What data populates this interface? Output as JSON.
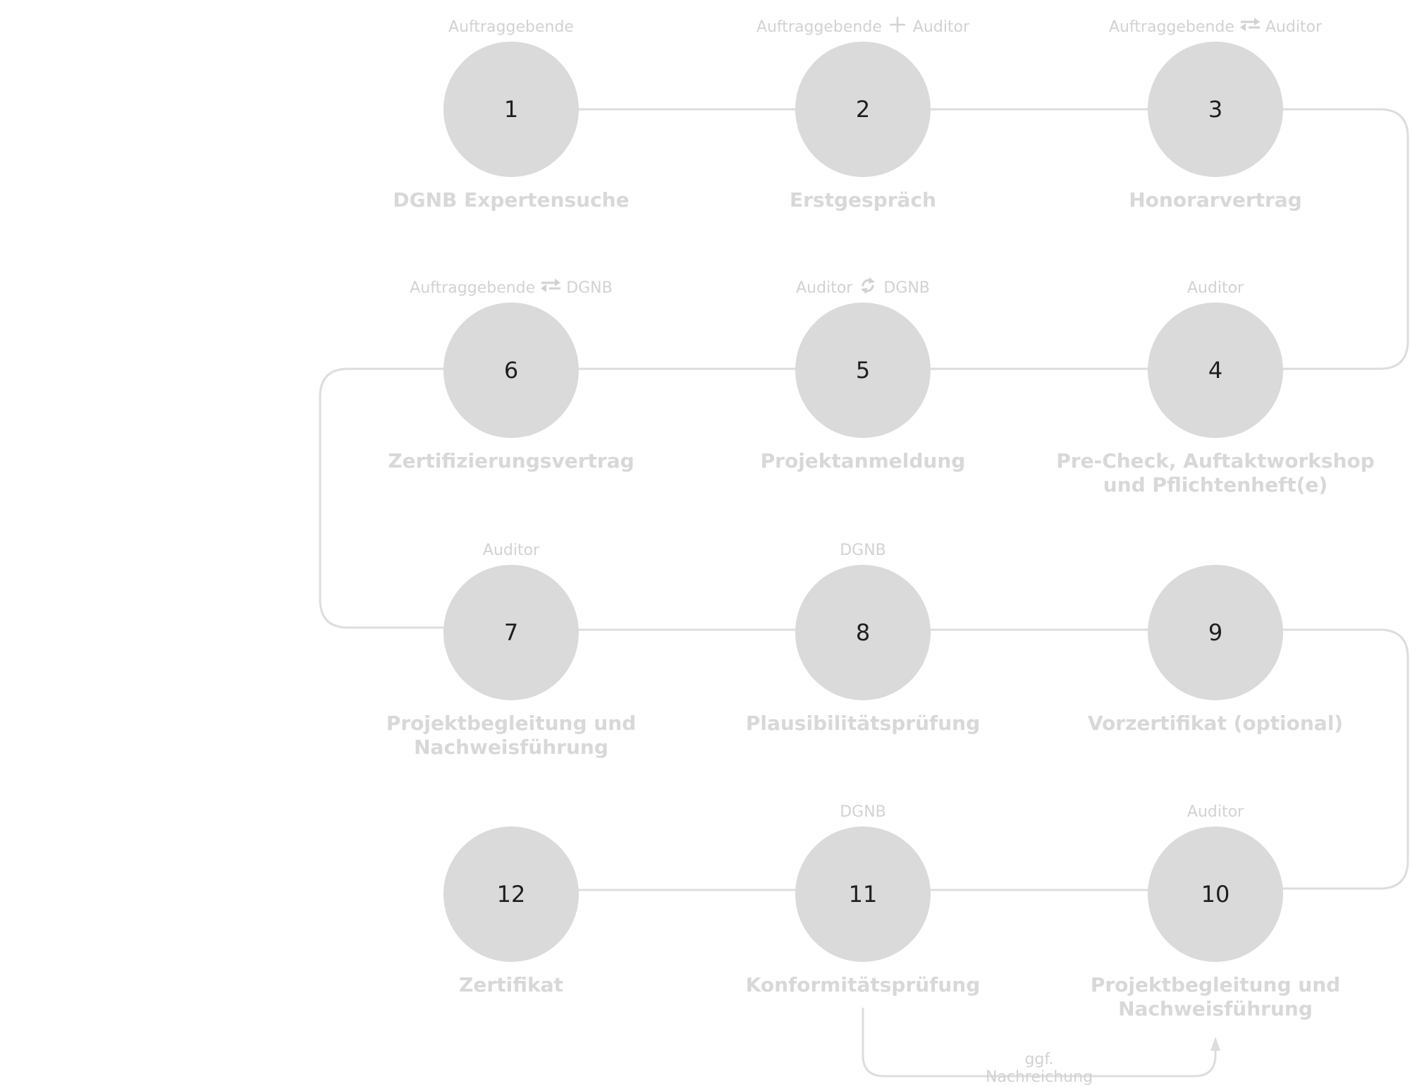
{
  "steps": [
    {
      "number": "1",
      "title": "DGNB Expertensuche",
      "role_a": "Auftraggebende",
      "role_b": "",
      "relation": "none"
    },
    {
      "number": "2",
      "title": "Erstgespräch",
      "role_a": "Auftraggebende",
      "role_b": "Auditor",
      "relation": "plus-icon"
    },
    {
      "number": "3",
      "title": "Honorarvertrag",
      "role_a": "Auftraggebende",
      "role_b": "Auditor",
      "relation": "swap-arrows-icon"
    },
    {
      "number": "4",
      "title": "Pre-Check, Auftaktworkshop und Pflichtenheft(e)",
      "role_a": "Auditor",
      "role_b": "",
      "relation": "none"
    },
    {
      "number": "5",
      "title": "Projektanmeldung",
      "role_a": "Auditor",
      "role_b": "DGNB",
      "relation": "cycle-arrows-icon"
    },
    {
      "number": "6",
      "title": "Zertifizierungsvertrag",
      "role_a": "Auftraggebende",
      "role_b": "DGNB",
      "relation": "swap-arrows-icon"
    },
    {
      "number": "7",
      "title": "Projektbegleitung und Nachweisführung",
      "role_a": "Auditor",
      "role_b": "",
      "relation": "none"
    },
    {
      "number": "8",
      "title": "Plausibilitätsprüfung",
      "role_a": "DGNB",
      "role_b": "",
      "relation": "none"
    },
    {
      "number": "9",
      "title": "Vorzertifikat (optional)",
      "role_a": "",
      "role_b": "",
      "relation": "none"
    },
    {
      "number": "10",
      "title": "Projektbegleitung und Nachweisführung",
      "role_a": "Auditor",
      "role_b": "",
      "relation": "none"
    },
    {
      "number": "11",
      "title": "Konformitätsprüfung",
      "role_a": "DGNB",
      "role_b": "",
      "relation": "none"
    },
    {
      "number": "12",
      "title": "Zertifikat",
      "role_a": "",
      "role_b": "",
      "relation": "none"
    }
  ],
  "feedback_label": "ggf. Nachreichung",
  "colors": {
    "circle": "#dadada",
    "line": "#dddddd",
    "text": "#d6d6d6",
    "number": "#1e1e1e"
  }
}
